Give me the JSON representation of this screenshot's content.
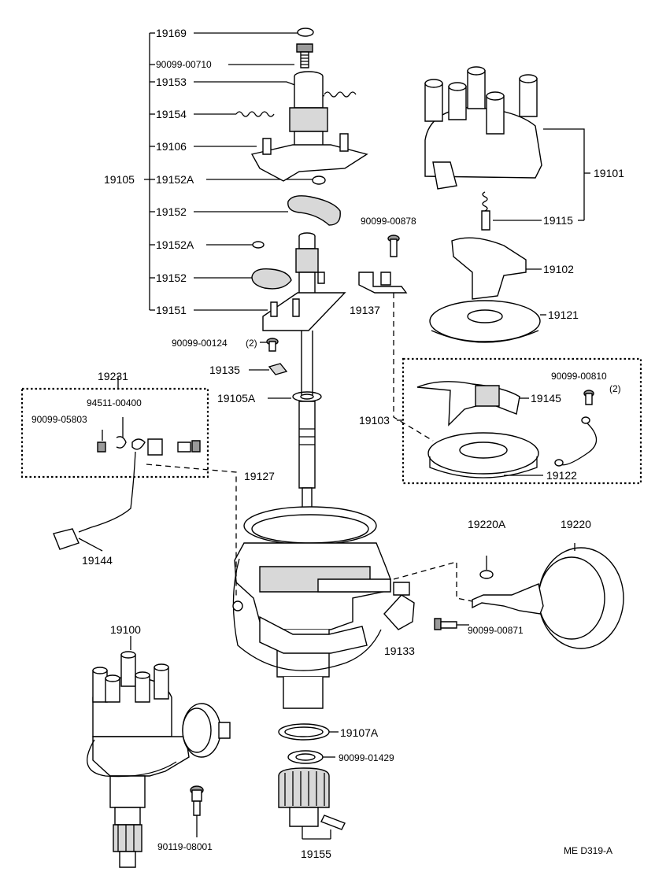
{
  "labels": {
    "p19169": "19169",
    "p90099_00710": "90099-00710",
    "p19153": "19153",
    "p19154": "19154",
    "p19106": "19106",
    "p19105": "19105",
    "p19152A_1": "19152A",
    "p19152_1": "19152",
    "p19152A_2": "19152A",
    "p19152_2": "19152",
    "p19151": "19151",
    "p90099_00124": "90099-00124",
    "p90099_00124_qty": "(2)",
    "p19135": "19135",
    "p19105A": "19105A",
    "p19231": "19231",
    "p94511_00400": "94511-00400",
    "p90099_05803": "90099-05803",
    "p19144": "19144",
    "p19127": "19127",
    "p19101": "19101",
    "p19115": "19115",
    "p90099_00878": "90099-00878",
    "p19102": "19102",
    "p19137": "19137",
    "p19121": "19121",
    "p90099_00810": "90099-00810",
    "p90099_00810_qty": "(2)",
    "p19145": "19145",
    "p19103": "19103",
    "p19122": "19122",
    "p19220A": "19220A",
    "p19220": "19220",
    "p90099_00871": "90099-00871",
    "p19133": "19133",
    "p19100": "19100",
    "p19107A": "19107A",
    "p90099_01429": "90099-01429",
    "p90119_08001": "90119-08001",
    "p19155": "19155",
    "diagram_code": "ME  D319-A"
  }
}
